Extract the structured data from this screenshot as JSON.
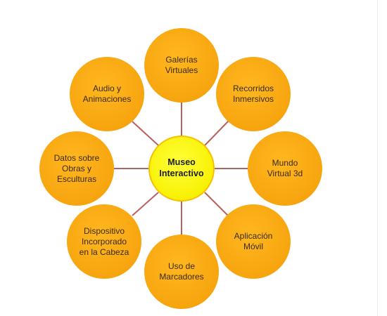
{
  "diagram": {
    "center": {
      "label": "Museo\nInteractivo"
    },
    "nodes": [
      {
        "id": "galerias-virtuales",
        "label": "Galerías\nVirtuales"
      },
      {
        "id": "recorridos-inmersivos",
        "label": "Recorridos\nInmersivos"
      },
      {
        "id": "mundo-virtual-3d",
        "label": "Mundo\nVirtual 3d"
      },
      {
        "id": "aplicacion-movil",
        "label": "Aplicación\nMóvil"
      },
      {
        "id": "uso-de-marcadores",
        "label": "Uso de\nMarcadores"
      },
      {
        "id": "dispositivo-incorporado",
        "label": "Dispositivo\nIncorporado\nen la Cabeza"
      },
      {
        "id": "datos-obras-esculturas",
        "label": "Datos sobre\nObras y\nEsculturas"
      },
      {
        "id": "audio-animaciones",
        "label": "Audio y\nAnimaciones"
      }
    ],
    "colors": {
      "outer_fill": "#f7a50f",
      "center_fill": "#f8f000",
      "connector": "#b8625e"
    }
  }
}
